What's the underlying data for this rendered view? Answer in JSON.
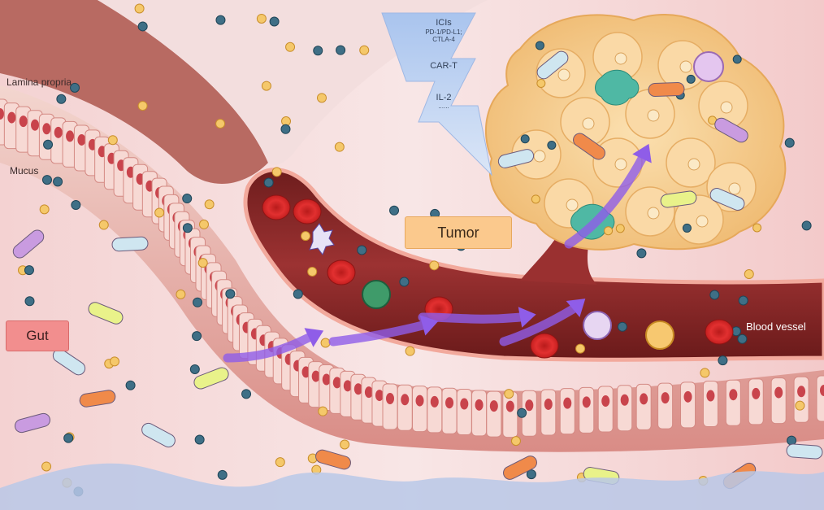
{
  "labels": {
    "lamina_propria": "Lamina propria",
    "mucus": "Mucus",
    "gut": "Gut",
    "tumor": "Tumor",
    "blood_vessel": "Blood vessel"
  },
  "therapies": {
    "icis": "ICIs",
    "icis_targets_1": "PD-1/PD-L1;",
    "icis_targets_2": "CTLA-4",
    "car_t": "CAR-T",
    "il2": "IL-2",
    "ellipsis": "......"
  },
  "colors": {
    "tumor_box": "#fbc98d",
    "gut_box": "#f28e8e",
    "vessel": "#8a2a2a",
    "arrow": "#8f5de8",
    "tumor_mass": "#f7cf8c",
    "therapy_bolt": "#bcd2f2"
  }
}
